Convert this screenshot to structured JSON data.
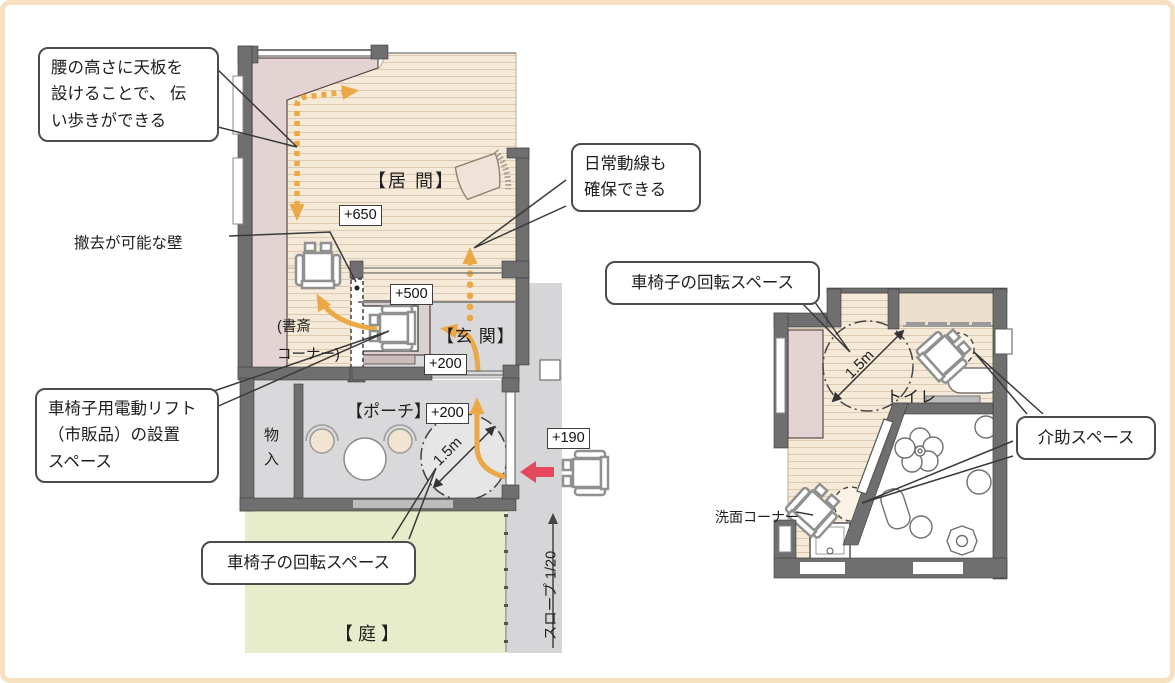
{
  "diagram": {
    "title": "barrier-free house plan with wheelchair access",
    "colors": {
      "frame_border": "#f6e0c0",
      "wall_gray": "#6f6f6f",
      "wood_floor": "#f5e9d8",
      "plank_line": "#ddc9b0",
      "counter_pink": "#e3d3d3",
      "hard_floor_gray": "#d9d9db",
      "garden_green": "#e7edca",
      "closet_beige": "#ebdfcc",
      "path_orange": "#eba844",
      "entry_arrow_red": "#e5485a",
      "line_dark": "#3a3a3a"
    },
    "icons": [
      "wheelchair-icon",
      "walking-path-arrow-icon",
      "entry-arrow-icon",
      "ramp-direction-arrow-icon",
      "turning-circle",
      "assist-space-circle"
    ]
  },
  "callouts": {
    "counter_tip": "腰の高さに天板を\n設けることで、 伝\nい歩きができる",
    "daily_path": "日常動線も\n確保できる",
    "removable_wall": "撤去が可能な壁",
    "lift_space": "車椅子用電動リフト\n（市販品）の設置\nスペース",
    "turning_left": "車椅子の回転スペース",
    "turning_right": "車椅子の回転スペース",
    "assist_space": "介助スペース",
    "washroom_corner": "洗面コーナー"
  },
  "rooms": {
    "living": "【居 間】",
    "study": "(書斎\nコーナー)",
    "entrance": "【玄 関】",
    "porch": "【ポーチ】",
    "storage": "物入",
    "garden": "【 庭 】",
    "toilet": "トイレ"
  },
  "labels": {
    "slope": "スロープ 1/20",
    "level_living": "+650",
    "level_hall": "+500",
    "level_entrance": "+200",
    "level_porch": "+200",
    "level_approach": "+190",
    "dim_porch": "1.5m",
    "dim_toilet": "1.5m"
  }
}
